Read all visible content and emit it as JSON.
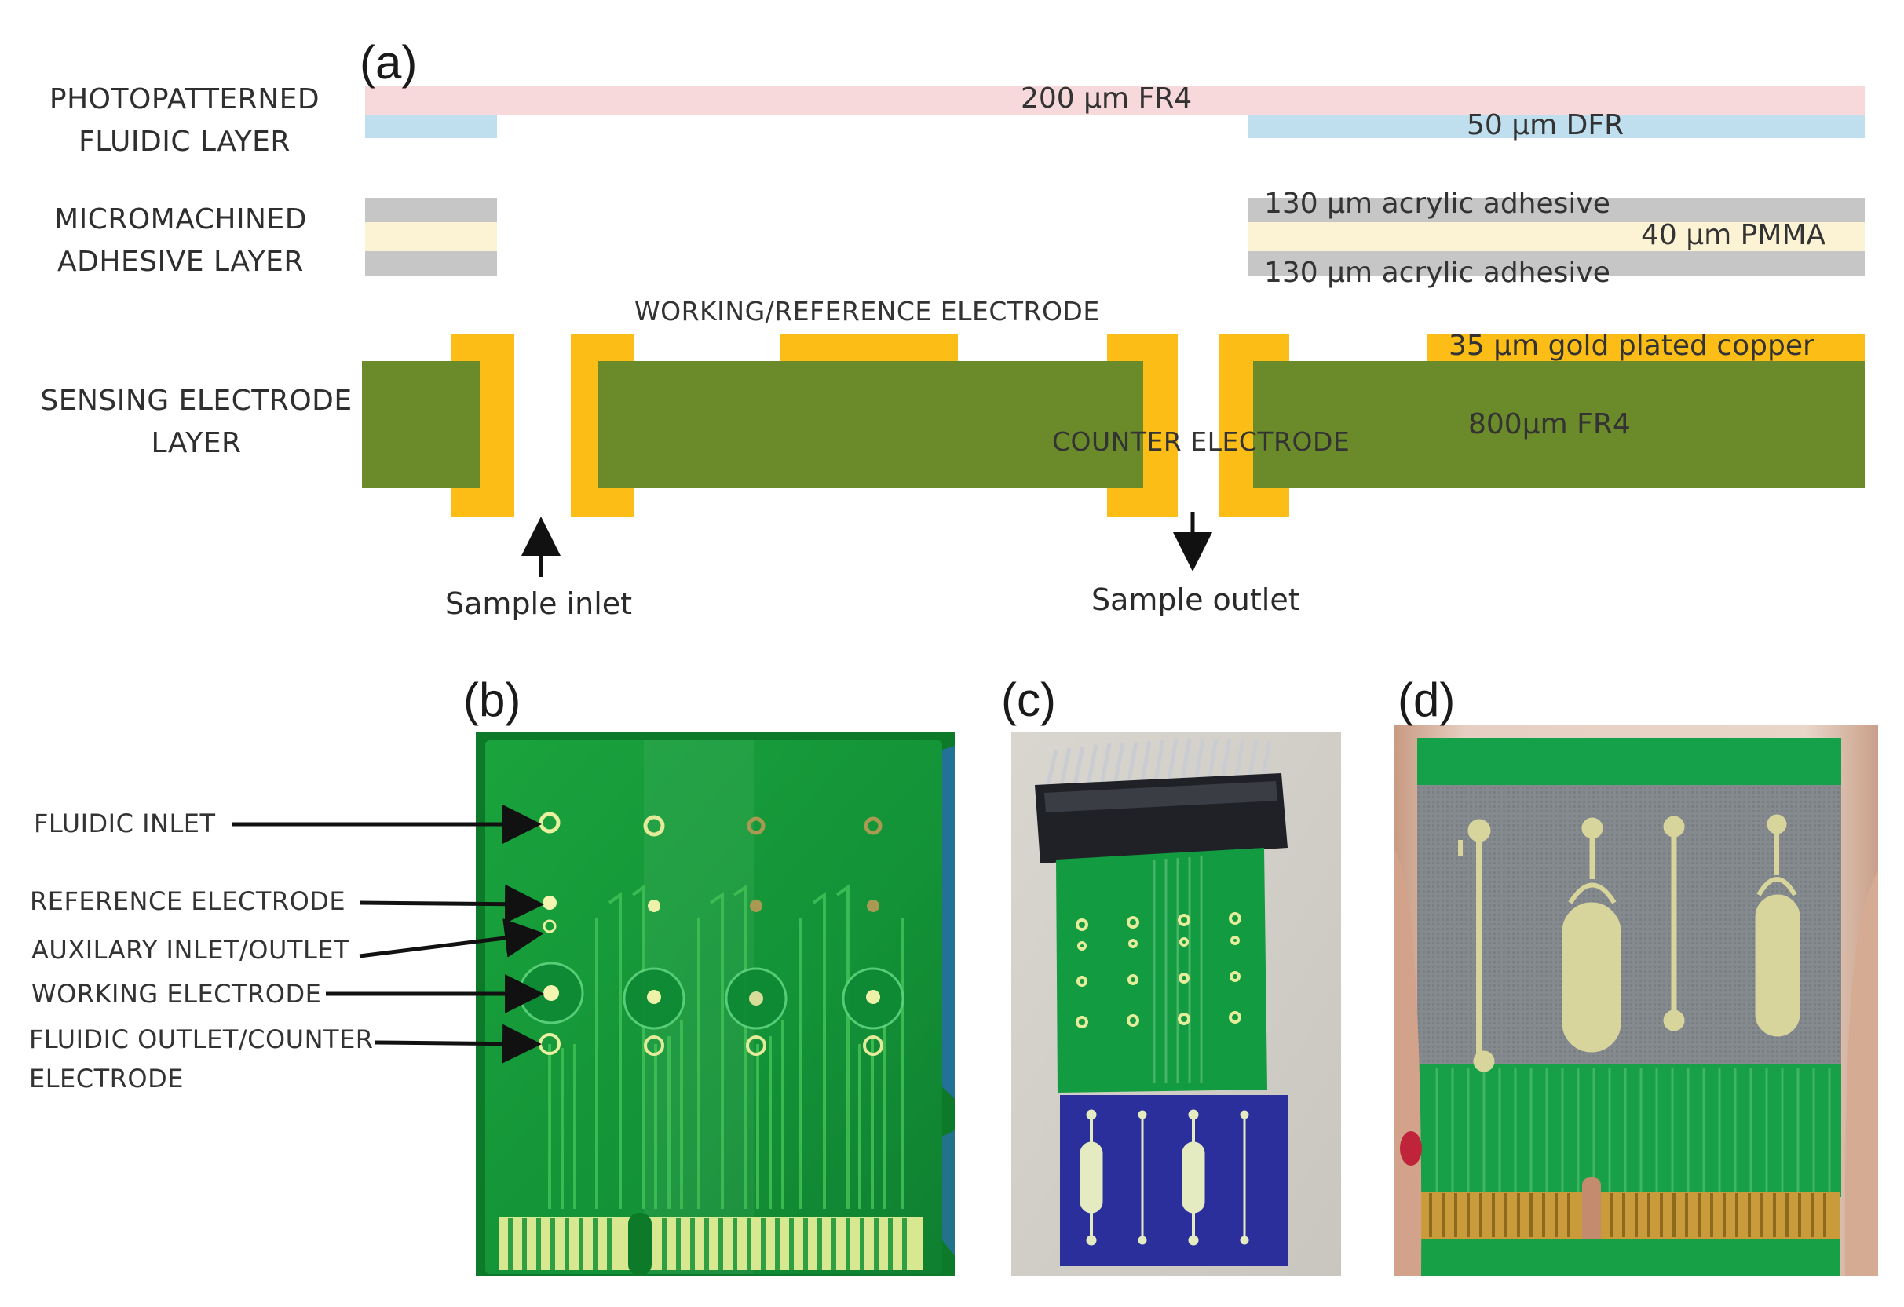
{
  "panels": {
    "a": "(a)",
    "b": "(b)",
    "c": "(c)",
    "d": "(d)"
  },
  "layer_names": {
    "fluidic": "PHOTOPATTERNED\nFLUIDIC LAYER",
    "adhesive": "MICROMACHINED\nADHESIVE LAYER",
    "sensing": "SENSING ELECTRODE\nLAYER"
  },
  "layers": {
    "fr4_top": "200 µm FR4",
    "dfr": "50 µm DFR",
    "acrylic_top": "130 µm acrylic adhesive",
    "pmma": "40 µm PMMA",
    "acrylic_bottom": "130 µm acrylic adhesive",
    "gold": "35 µm gold plated copper",
    "fr4_base": "800µm FR4"
  },
  "electrodes": {
    "working_reference": "WORKING/REFERENCE ELECTRODE",
    "counter": "COUNTER ELECTRODE"
  },
  "flow": {
    "inlet": "Sample inlet",
    "outlet": "Sample outlet"
  },
  "annotations": {
    "fluidic_inlet": "FLUIDIC INLET",
    "reference_electrode": "REFERENCE ELECTRODE",
    "auxiliary": "AUXILARY INLET/OUTLET",
    "working_electrode": "WORKING ELECTRODE",
    "outlet_counter": "FLUIDIC OUTLET/COUNTER\nELECTRODE"
  },
  "colors": {
    "fr4_pink": "#f7d9dc",
    "dfr_blue": "#bfdfee",
    "adhesive_gray": "#c6c6c6",
    "pmma_cream": "#fbf3d3",
    "gold": "#fbbd16",
    "fr4_green": "#6b8b2b",
    "pcb_green": "#1e9a3a"
  }
}
